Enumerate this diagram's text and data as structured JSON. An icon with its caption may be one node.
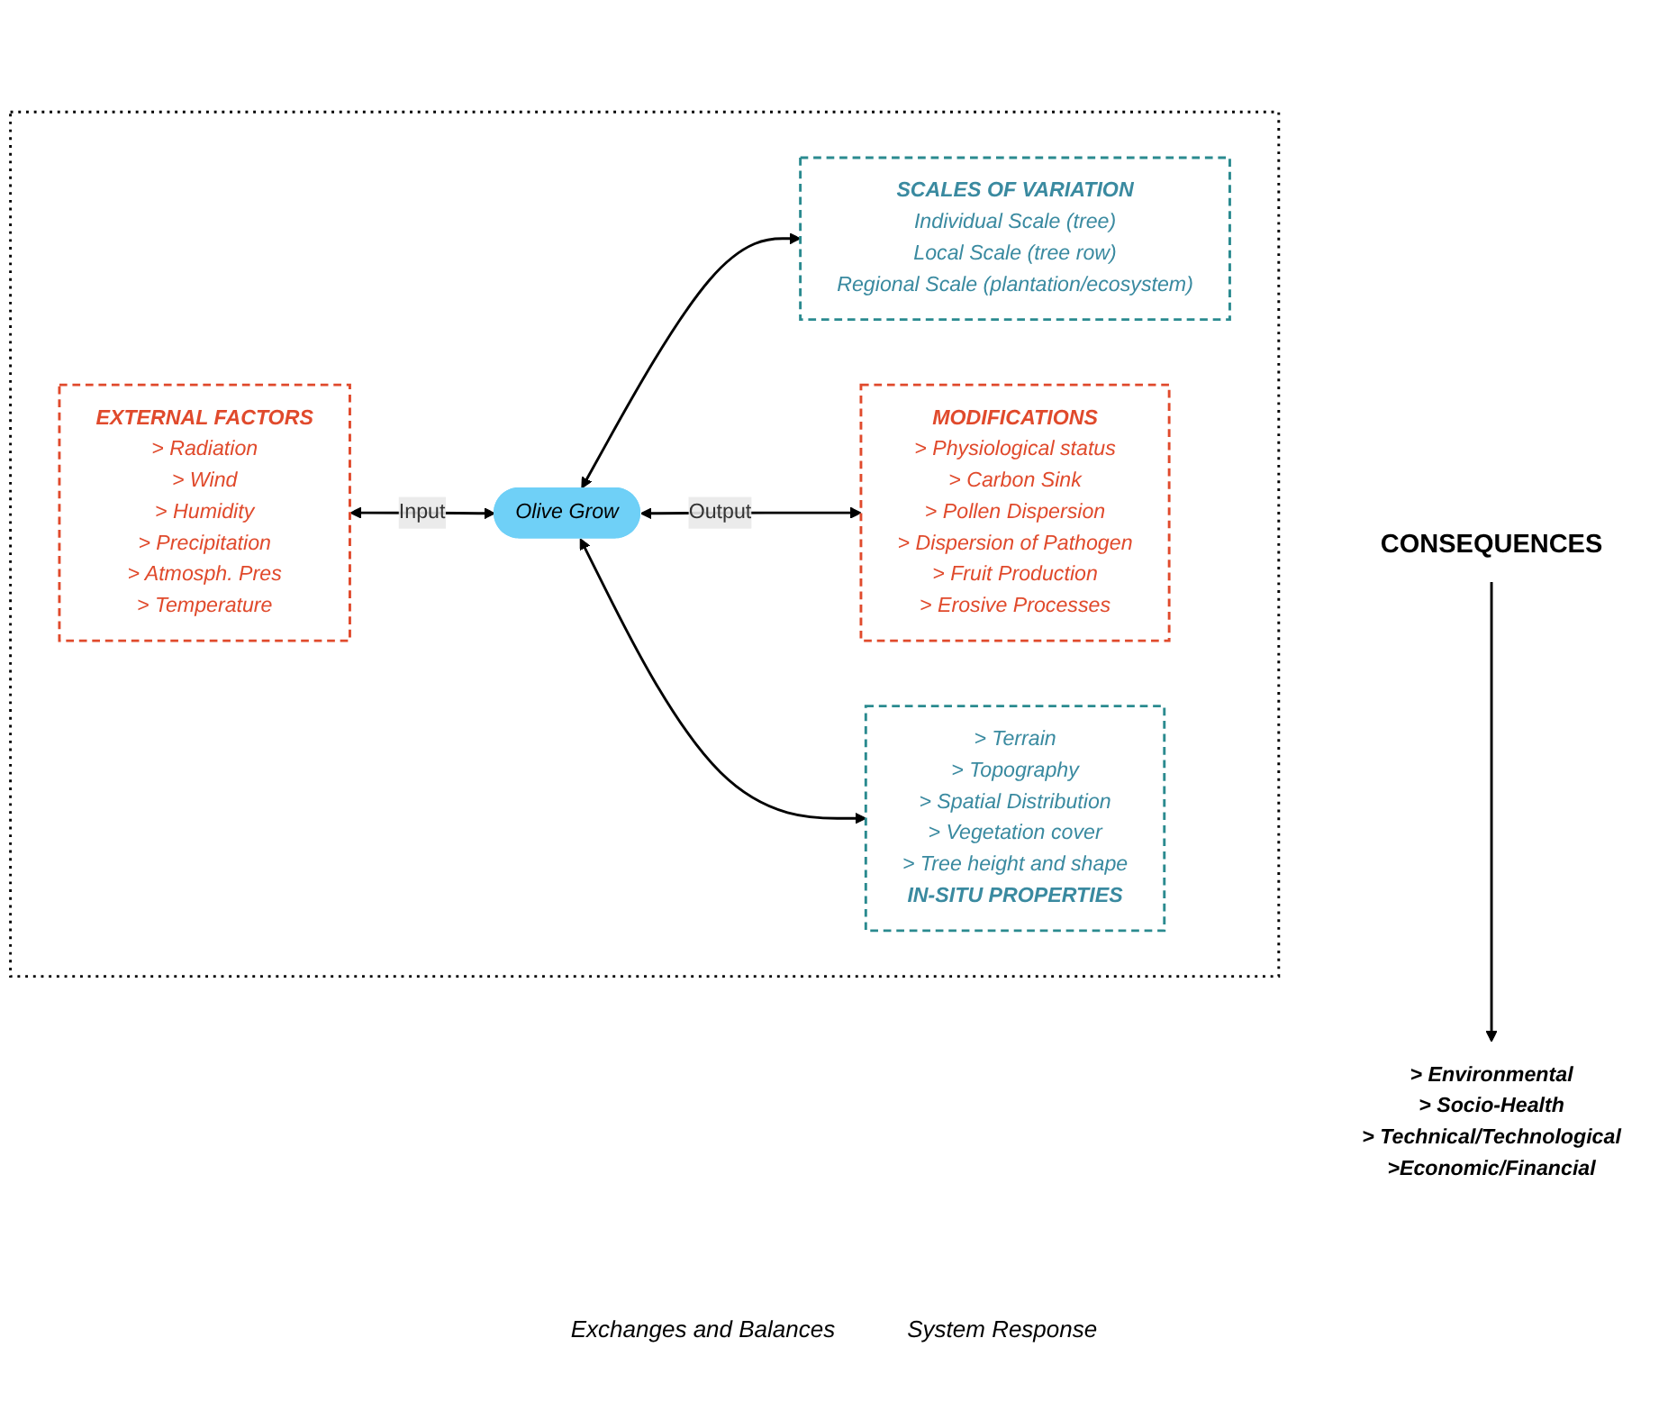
{
  "diagram": {
    "nodes": [
      {
        "text": [],
        "shape": "box"
      },
      {
        "text": [
          "SCALES OF VARIATION",
          "Individual Scale (tree)",
          "Local Scale (tree row)",
          "Regional Scale (plantation/ecosystem)"
        ],
        "in": 0
      },
      {
        "text": [
          "EXTERNAL FACTORS",
          "> Radiation",
          "> Wind",
          "> Humidity",
          "> Precipitation",
          "> Atmosph. Pres",
          "> Temperature"
        ],
        "in": 0
      },
      {
        "text": [
          "Olive Grow"
        ],
        "in": 0
      },
      {
        "text": [
          "MODIFICATIONS",
          "> Physiological status",
          "> Carbon Sink",
          "> Pollen Dispersion",
          "> Dispersion of Pathogen",
          "> Fruit Production",
          "> Erosive Processes"
        ],
        "in": 0
      },
      {
        "text": [
          "> Terrain",
          "> Topography",
          "> Spatial Distribution",
          "> Vegetation cover",
          "> Tree height and shape",
          "IN-SITU PROPERTIES"
        ],
        "in": 0
      },
      {
        "text": [
          "CONSEQUENCES"
        ]
      },
      {
        "text": [
          "> Environmental",
          "> Socio-Health",
          "> Technical/Technological",
          ">Economic/Financial"
        ]
      }
    ],
    "edges": [
      {
        "from": 3,
        "to": 1,
        "arrow": "both"
      },
      {
        "from": 2,
        "to": 3,
        "arrow": "both",
        "label": "Input"
      },
      {
        "from": 3,
        "to": 4,
        "arrow": "both",
        "label": "Output"
      },
      {
        "from": 3,
        "to": 5,
        "arrow": "both"
      },
      {
        "from": 6,
        "to": 7,
        "arrow": "to"
      }
    ],
    "labels": [
      "Exchanges and Balances",
      "System Response"
    ]
  }
}
